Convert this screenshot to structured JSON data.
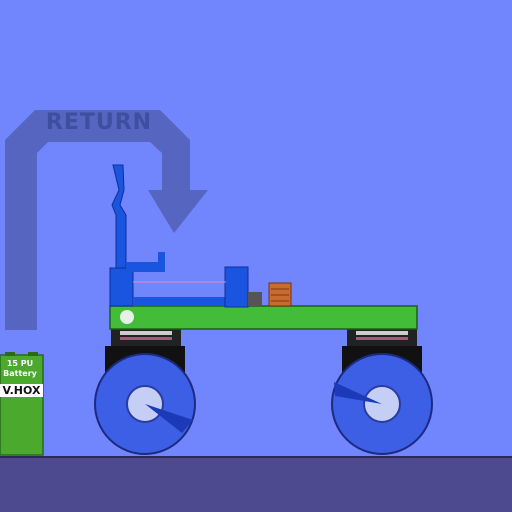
{
  "scene": {
    "return_sign": {
      "label": "RETURN",
      "icon": "return-arrow-icon"
    },
    "battery": {
      "top_label": "15 PU",
      "bottom_label": "Battery",
      "brand": "V.HOX"
    }
  },
  "colors": {
    "sky": "#7185fc",
    "ground": "#4e4a90",
    "arrow": "#5665c0",
    "chassis": "#43bd39",
    "crane": "#1a55e0",
    "wheel": "#3c5fe6",
    "battery": "#4ba92e"
  }
}
